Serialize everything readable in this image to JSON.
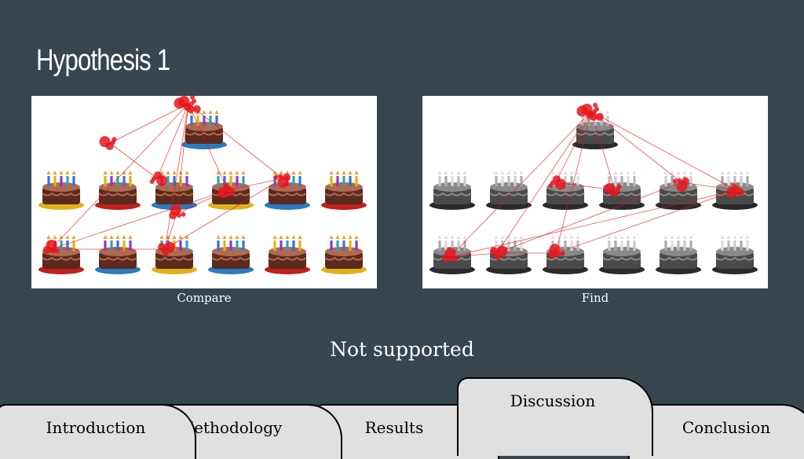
{
  "slide": {
    "title": "Hypothesis 1",
    "result": "Not supported"
  },
  "panels": [
    {
      "id": "compare",
      "caption": "Compare",
      "theme": "color"
    },
    {
      "id": "find",
      "caption": "Find",
      "theme": "gray"
    }
  ],
  "nav": {
    "tabs": [
      {
        "id": "introduction",
        "label": "Introduction"
      },
      {
        "id": "methodology",
        "label": "Methodology"
      },
      {
        "id": "results",
        "label": "Results"
      },
      {
        "id": "discussion",
        "label": "Discussion",
        "active": true
      },
      {
        "id": "conclusion",
        "label": "Conclusion"
      }
    ]
  },
  "colors": {
    "background": "#37454f",
    "fixation": "#e8141c",
    "tab": "#e0e0e0"
  }
}
